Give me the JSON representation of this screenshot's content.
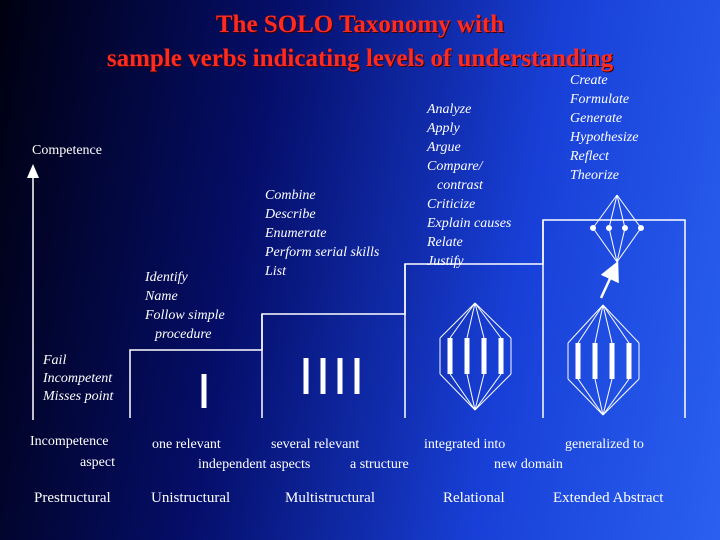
{
  "title": {
    "line1": "The SOLO Taxonomy with",
    "line2": "sample verbs indicating levels of understanding"
  },
  "axis": {
    "top_label": "Competence",
    "fail_lines": [
      "Fail",
      "Incompetent",
      "Misses point"
    ],
    "incompetence_label": "Incompetence",
    "aspect_label": "aspect"
  },
  "verbs": {
    "unistructural": [
      "Identify",
      "Name",
      "Follow simple",
      "procedure"
    ],
    "multistructural": [
      "Combine",
      "Describe",
      "Enumerate",
      "Perform serial skills",
      "List"
    ],
    "relational": [
      "Analyze",
      "Apply",
      "Argue",
      "Compare/",
      "contrast",
      "Criticize",
      "Explain causes",
      "Relate",
      "Justify"
    ],
    "extended_abstract": [
      "Create",
      "Formulate",
      "Generate",
      "Hypothesize",
      "Reflect",
      "Theorize"
    ]
  },
  "aspects": {
    "one_relevant": "one relevant",
    "several_relevant": "several relevant",
    "independent_aspects": "independent aspects",
    "integrated_into": "integrated into",
    "a_structure": "a structure",
    "generalized_to": "generalized to",
    "new_domain": "new domain"
  },
  "levels": [
    "Prestructural",
    "Unistructural",
    "Multistructural",
    "Relational",
    "Extended Abstract"
  ],
  "colors": {
    "title": "#ff2a20",
    "text": "#ffffff",
    "background_dark": "#000010",
    "background_light": "#2a60f0"
  }
}
